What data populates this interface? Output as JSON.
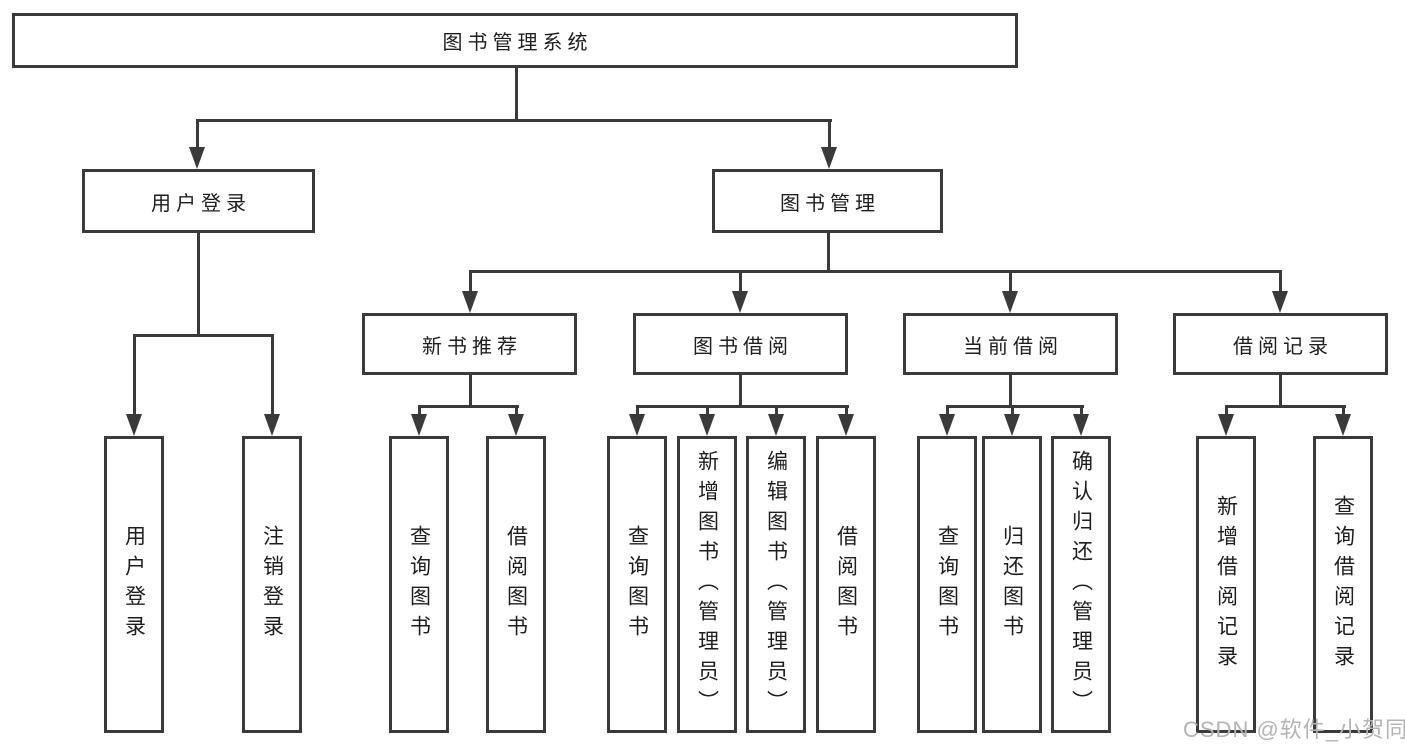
{
  "title": "图书管理系统",
  "watermark": "CSDN @软件_小贺同学",
  "colors": {
    "line": "#3a3a3a",
    "box_border": "#3a3a3a",
    "text": "#1e1e1e",
    "watermark": "#b4b4b4",
    "background": "#ffffff"
  },
  "nodes": {
    "root": "图书管理系统",
    "branches": [
      {
        "label": "用户登录",
        "children": [
          "用户登录",
          "注销登录"
        ]
      },
      {
        "label": "图书管理",
        "sub": [
          {
            "label": "新书推荐",
            "children": [
              "查询图书",
              "借阅图书"
            ]
          },
          {
            "label": "图书借阅",
            "children": [
              "查询图书",
              "新增图书（管理员）",
              "编辑图书（管理员）",
              "借阅图书"
            ]
          },
          {
            "label": "当前借阅",
            "children": [
              "查询图书",
              "归还图书",
              "确认归还（管理员）"
            ]
          },
          {
            "label": "借阅记录",
            "children": [
              "新增借阅记录",
              "查询借阅记录"
            ]
          }
        ]
      }
    ]
  }
}
